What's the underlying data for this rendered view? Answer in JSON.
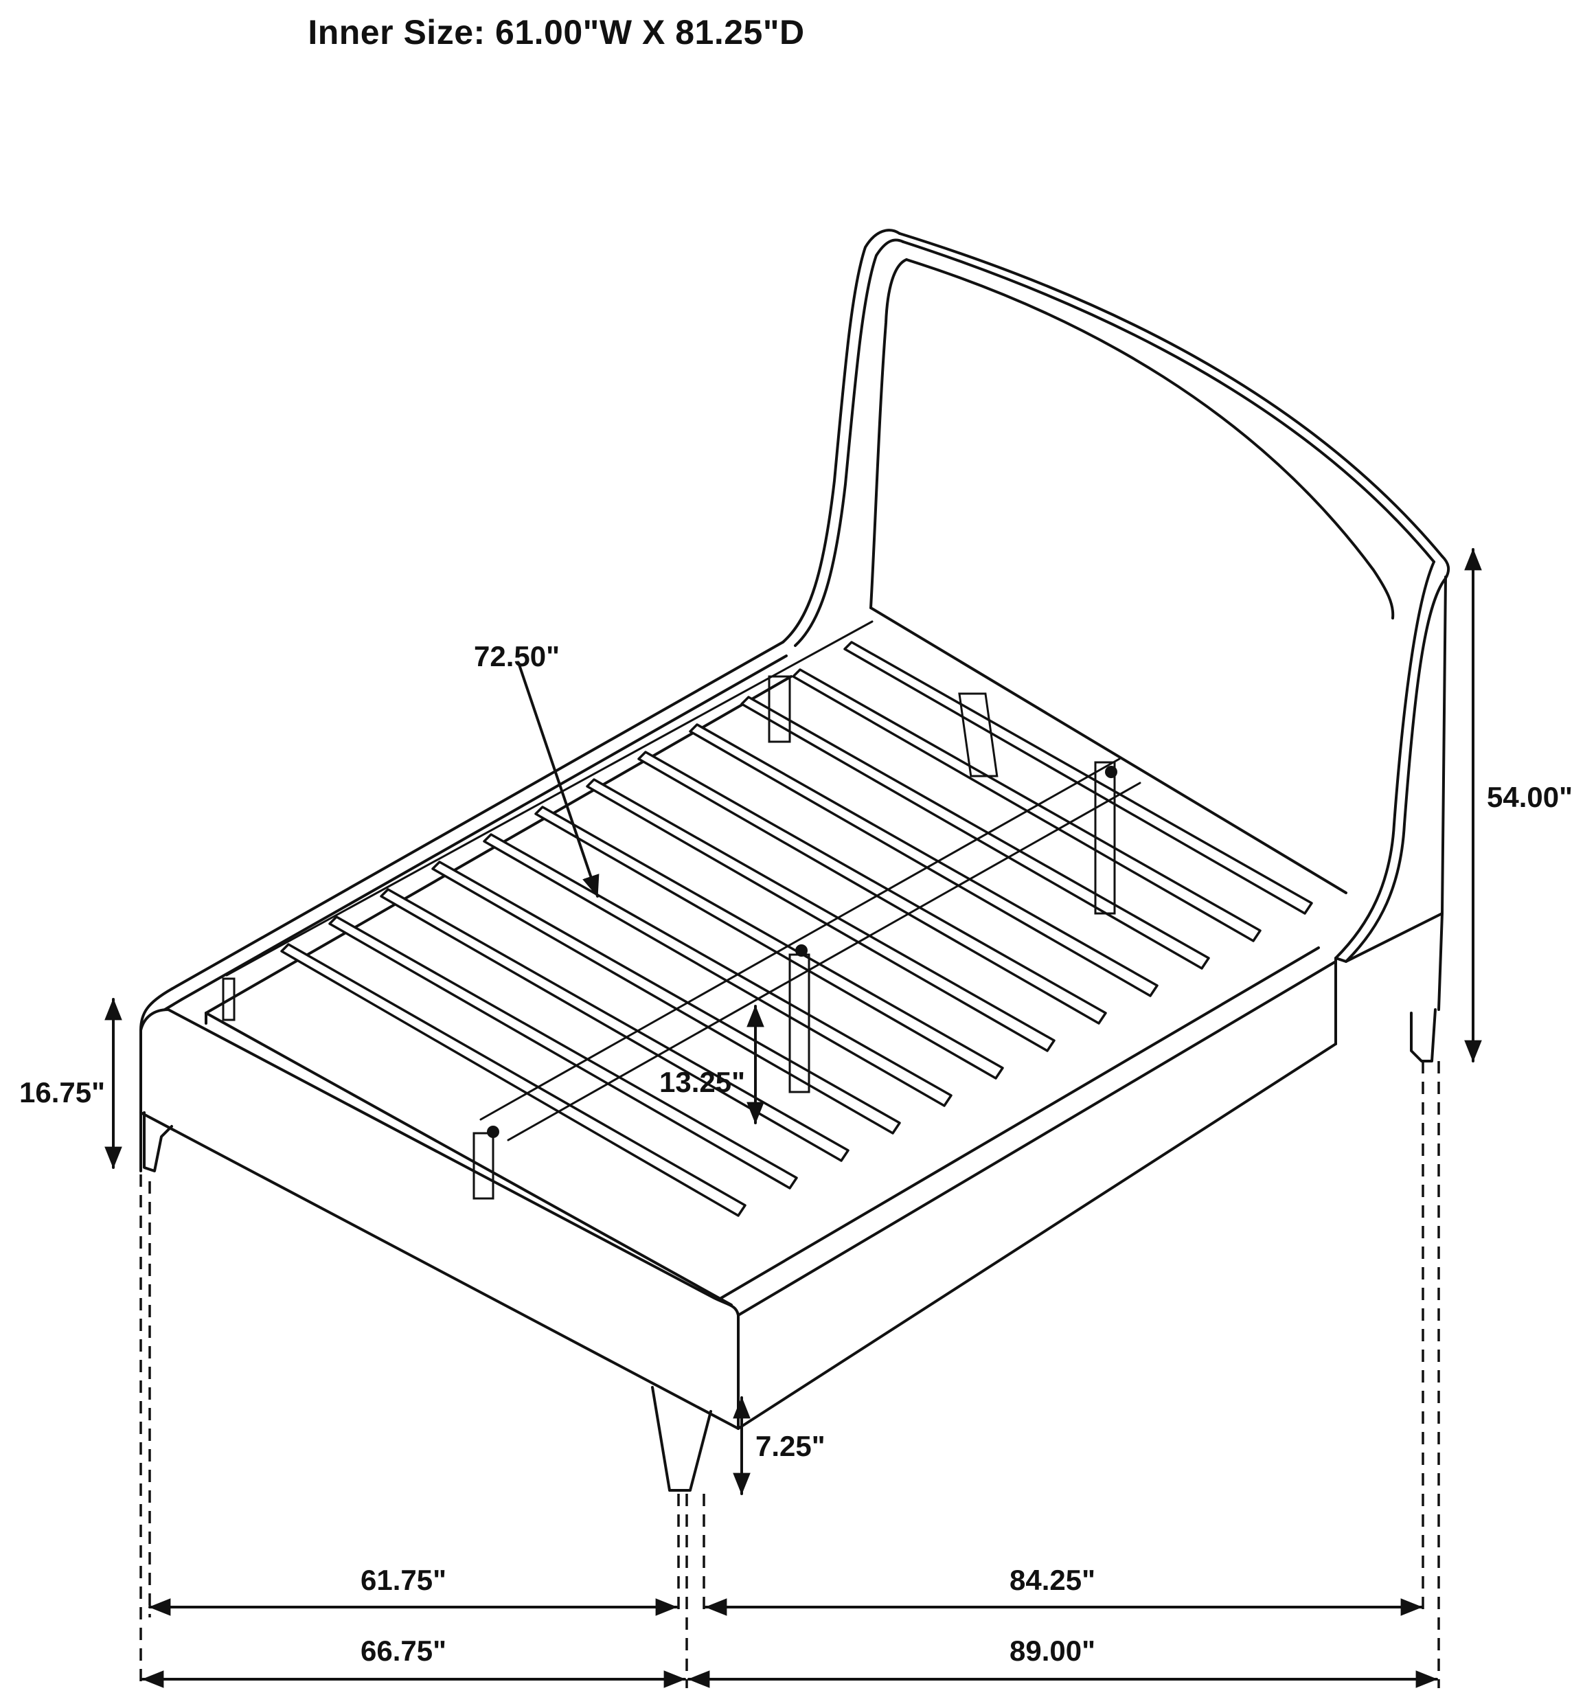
{
  "title": "Inner Size: 61.00\"W X 81.25\"D",
  "dimensions": {
    "headboard_height": "54.00\"",
    "footboard_height": "16.75\"",
    "slat_length": "72.50\"",
    "under_bed_clearance": "13.25\"",
    "leg_height": "7.25\"",
    "inner_width": "61.75\"",
    "inner_length": "84.25\"",
    "overall_width": "66.75\"",
    "overall_length": "89.00\""
  }
}
